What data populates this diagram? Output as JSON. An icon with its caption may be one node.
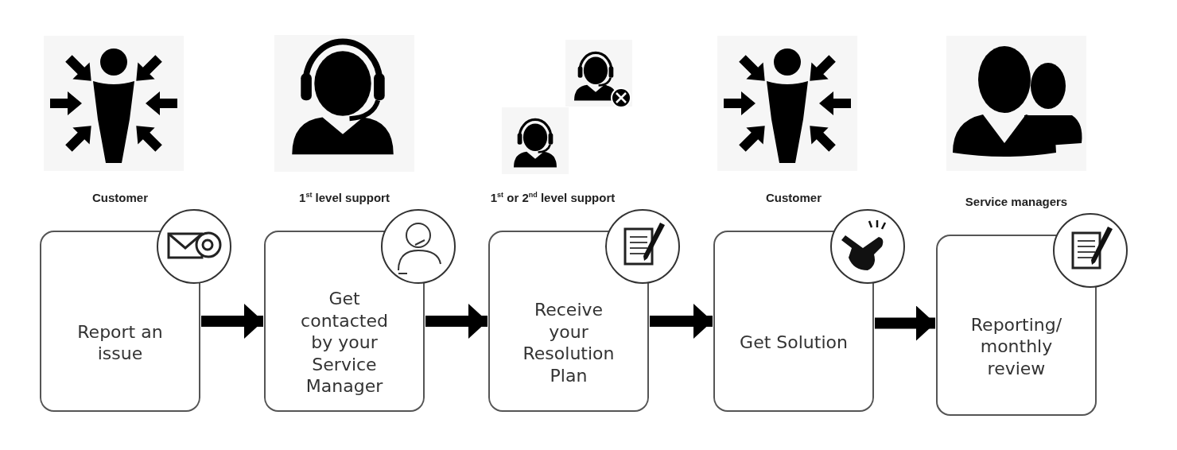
{
  "diagram": {
    "nodes": [
      {
        "text": [
          "Report an issue"
        ],
        "beside": [
          "Customer"
        ]
      },
      {
        "text": [
          "Get contacted by your Service Manager"
        ],
        "beside": [
          "1$^{st}$ level support"
        ]
      },
      {
        "text": [
          "Receive your Resolution Plan"
        ],
        "beside": [
          "1$^{st}$  or 2$^{nd}$ level support"
        ]
      },
      {
        "text": [
          "Get Solution"
        ],
        "beside": [
          "Customer"
        ]
      },
      {
        "text": [
          "Reporting/ monthly review"
        ],
        "beside": [
          "Service managers"
        ]
      }
    ],
    "edges": [
      {
        "from": 0,
        "to": 1,
        "arrow": "to"
      },
      {
        "from": 1,
        "to": 2,
        "arrow": "to"
      },
      {
        "from": 2,
        "to": 3,
        "arrow": "to"
      },
      {
        "from": 3,
        "to": 4,
        "arrow": "to"
      }
    ]
  }
}
